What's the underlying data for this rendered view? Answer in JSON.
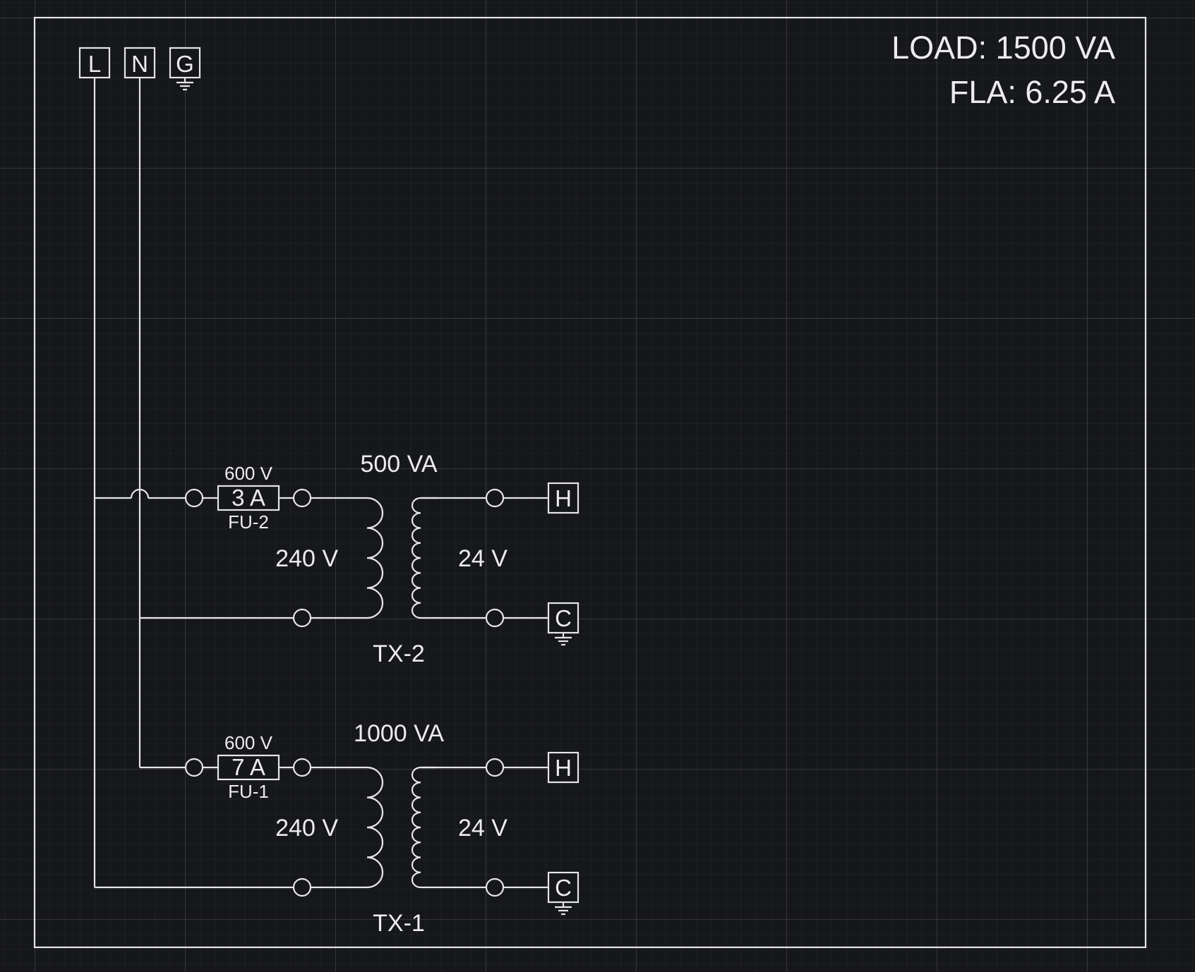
{
  "summary": {
    "load": "LOAD: 1500 VA",
    "fla": "FLA: 6.25 A"
  },
  "supply_terminals": [
    "L",
    "N",
    "G"
  ],
  "transformers": [
    {
      "id": "TX-2",
      "rating": "500 VA",
      "primary_voltage": "240 V",
      "secondary_voltage": "24 V",
      "fuse": {
        "id": "FU-2",
        "amps": "3 A",
        "voltage": "600 V"
      },
      "outputs": [
        "H",
        "C"
      ]
    },
    {
      "id": "TX-1",
      "rating": "1000 VA",
      "primary_voltage": "240 V",
      "secondary_voltage": "24 V",
      "fuse": {
        "id": "FU-1",
        "amps": "7 A",
        "voltage": "600 V"
      },
      "outputs": [
        "H",
        "C"
      ]
    }
  ],
  "colors": {
    "background": "#16171b",
    "line": "#e6e6e6",
    "text": "#ececec",
    "grid": "#2a2b30"
  }
}
